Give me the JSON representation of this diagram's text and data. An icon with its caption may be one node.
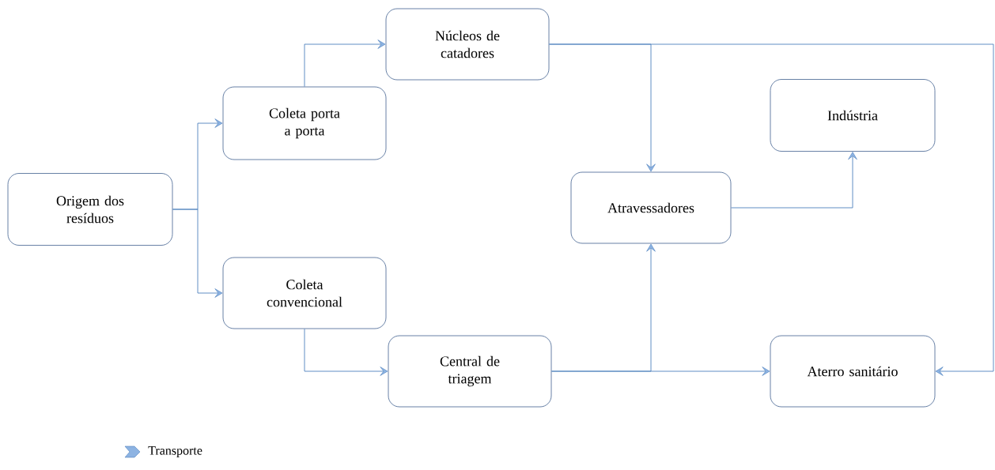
{
  "diagram": {
    "nodes": [
      {
        "text": [
          "Origem dos resíduos"
        ]
      },
      {
        "text": [
          "Coleta porta a porta"
        ]
      },
      {
        "text": [
          "Coleta convencional"
        ]
      },
      {
        "text": [
          "Núcleos de catadores"
        ]
      },
      {
        "text": [
          "Central de triagem"
        ]
      },
      {
        "text": [
          "Atravessadores"
        ]
      },
      {
        "text": [
          "Indústria"
        ]
      },
      {
        "text": [
          "Aterro sanitário"
        ]
      }
    ],
    "edges": [
      {
        "from": 0,
        "to": 1,
        "arrow": "to"
      },
      {
        "from": 0,
        "to": 2,
        "arrow": "to"
      },
      {
        "from": 1,
        "to": 3,
        "arrow": "to"
      },
      {
        "from": 2,
        "to": 4,
        "arrow": "to"
      },
      {
        "from": 3,
        "to": 5,
        "arrow": "to"
      },
      {
        "from": 3,
        "to": 7,
        "arrow": "to"
      },
      {
        "from": 4,
        "to": 5,
        "arrow": "to"
      },
      {
        "from": 4,
        "to": 7,
        "arrow": "to"
      },
      {
        "from": 5,
        "to": 6,
        "arrow": "to"
      }
    ],
    "legend": [
      {
        "text": "Transporte"
      }
    ]
  }
}
